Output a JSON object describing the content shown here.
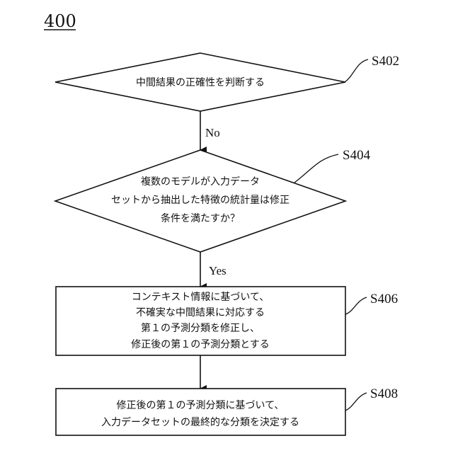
{
  "figure": {
    "number": "400"
  },
  "steps": [
    {
      "id": "S402",
      "label": "S402",
      "lines": [
        "中間結果の正確性を判断する"
      ]
    },
    {
      "id": "S404",
      "label": "S404",
      "lines": [
        "複数のモデルが入力データ",
        "セットから抽出した特徴の統計量は修正",
        "条件を満たすか？"
      ]
    },
    {
      "id": "S406",
      "label": "S406",
      "lines": [
        "コンテキスト情報に基づいて、",
        "不確実な中間結果に対応する",
        "第１の予測分類を修正し、",
        "修正後の第１の予測分類とする"
      ]
    },
    {
      "id": "S408",
      "label": "S408",
      "lines": [
        "修正後の第１の予測分類に基づいて、",
        "入力データセットの最終的な分類を決定する"
      ]
    }
  ],
  "edges": [
    {
      "from": "S402",
      "to": "S404",
      "label": "No"
    },
    {
      "from": "S404",
      "to": "S406",
      "label": "Yes"
    },
    {
      "from": "S406",
      "to": "S408",
      "label": ""
    }
  ]
}
